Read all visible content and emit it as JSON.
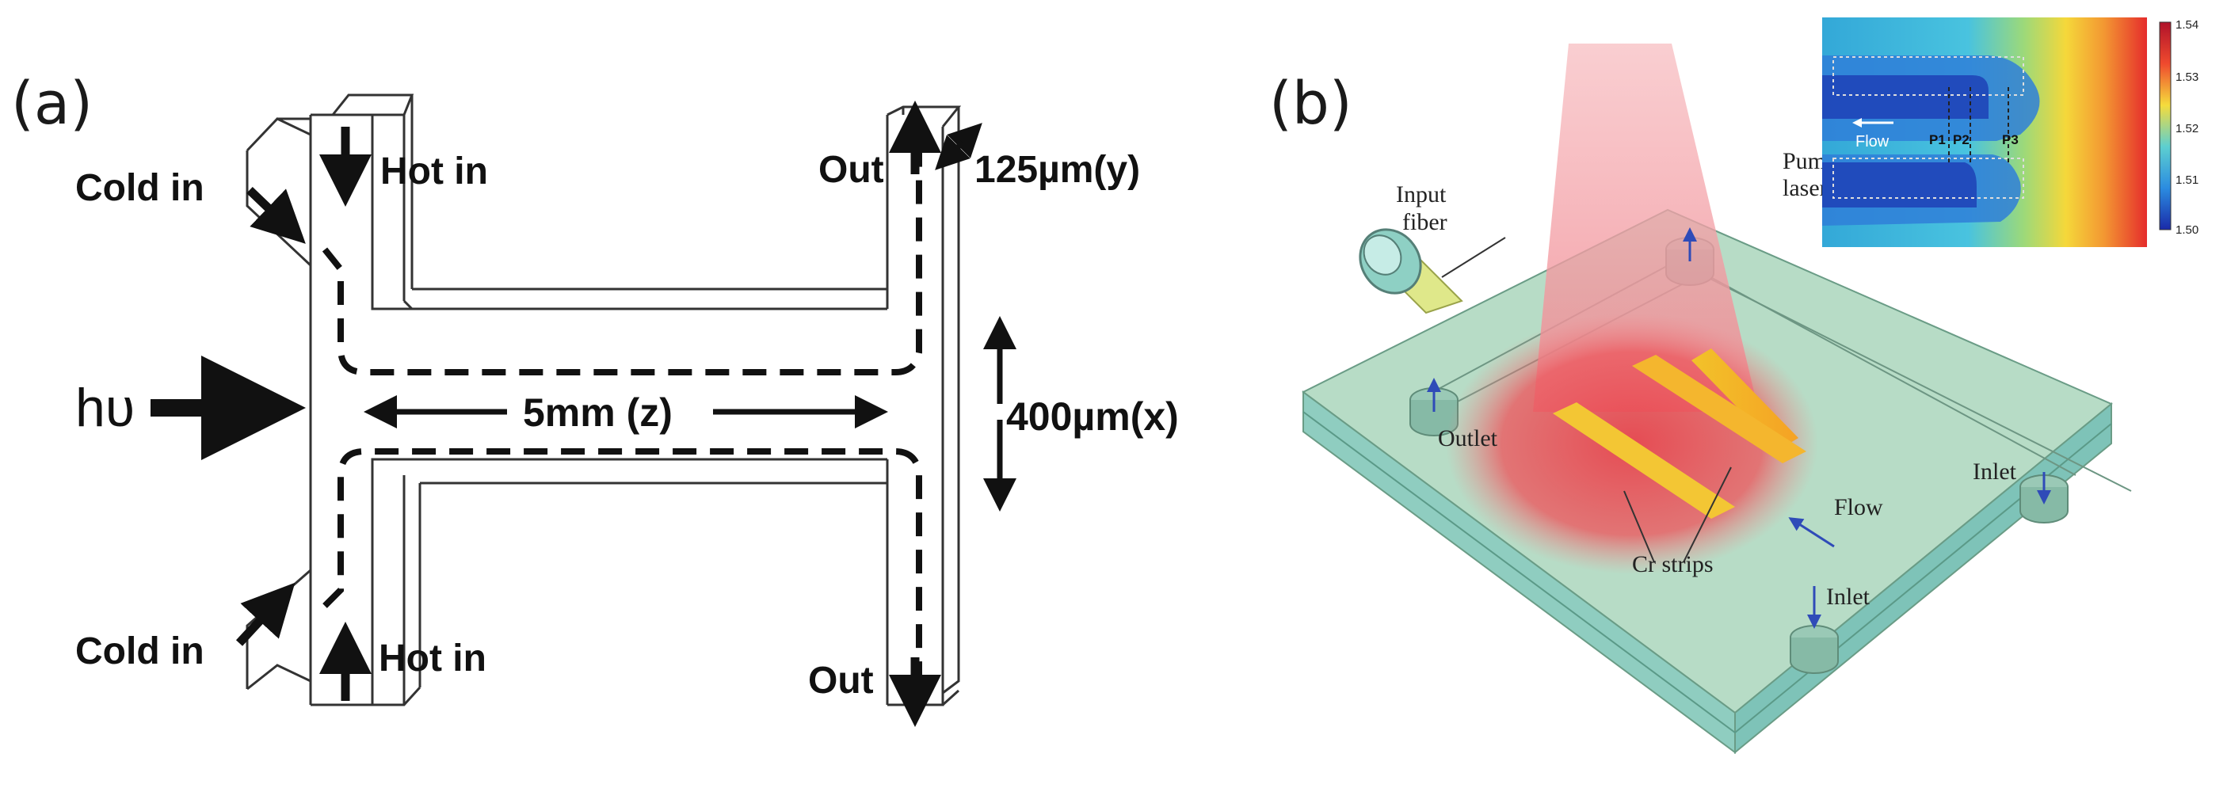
{
  "panel_a": {
    "label": "(a)",
    "cold_in_top": "Cold in",
    "hot_in_top": "Hot in",
    "cold_in_bottom": "Cold in",
    "hot_in_bottom": "Hot in",
    "out_top": "Out",
    "out_bottom": "Out",
    "dim_y": "125µm(y)",
    "dim_x": "400µm(x)",
    "dim_z": "5mm (z)",
    "light_symbol": "hυ"
  },
  "panel_b": {
    "label": "(b)",
    "input_fiber_line1": "Input",
    "input_fiber_line2": "fiber",
    "pump_laser_line1": "Pump",
    "pump_laser_line2": "laser",
    "outlet": "Outlet",
    "inlet_right": "Inlet",
    "inlet_bottom": "Inlet",
    "flow": "Flow",
    "cr_strips": "Cr strips",
    "inset": {
      "flow_label": "Flow",
      "probe_labels": [
        "P1",
        "P2",
        "P3"
      ],
      "colorbar_ticks": [
        "1.54",
        "1.53",
        "1.52",
        "1.51",
        "1.50"
      ]
    }
  }
}
